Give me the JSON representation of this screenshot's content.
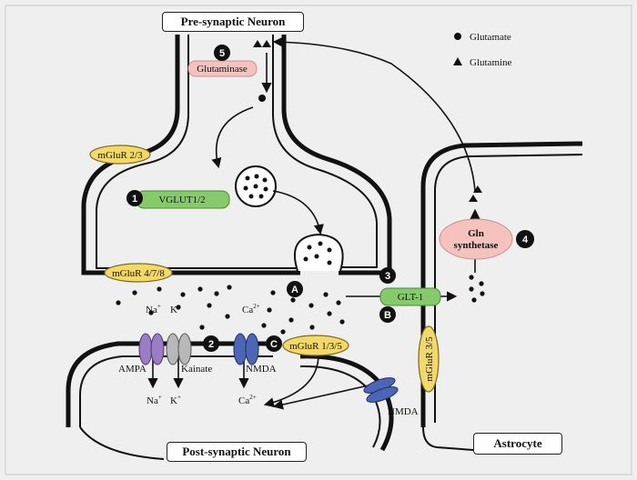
{
  "labels": {
    "pre_neuron": "Pre-synaptic Neuron",
    "post_neuron": "Post-synaptic Neuron",
    "astrocyte": "Astrocyte",
    "glutaminase": "Glutaminase",
    "vglut": "VGLUT1/2",
    "mglur23": "mGluR 2/3",
    "mglur478": "mGluR 4/7/8",
    "mglur135": "mGluR 1/3/5",
    "mglur35": "mGluR 3/5",
    "glt1": "GLT-1",
    "gln_synthetase_1": "Gln",
    "gln_synthetase_2": "synthetase",
    "ampa": "AMPA",
    "kainate": "Kainate",
    "nmda_post": "NMDA",
    "nmda_astro": "NMDA"
  },
  "legend": {
    "glutamate": "Glutamate",
    "glutamine": "Glutamine"
  },
  "steps": {
    "s1": "1",
    "s2": "2",
    "s3": "3",
    "s4": "4",
    "s5": "5",
    "sA": "A",
    "sB": "B",
    "sC": "C"
  },
  "ions": {
    "na": "Na",
    "k": "K",
    "ca": "Ca",
    "plus": "+",
    "two_plus": "2+"
  },
  "colors": {
    "receptor_yellow": "#f3d96a",
    "vglut_green": "#86cb6b",
    "glt_green": "#86cb6b",
    "enzyme_pink": "#f5c2bd",
    "ampa_purple": "#9b7dc6",
    "kainate_grey": "#b8b8b8",
    "nmda_blue": "#4a66b5"
  }
}
